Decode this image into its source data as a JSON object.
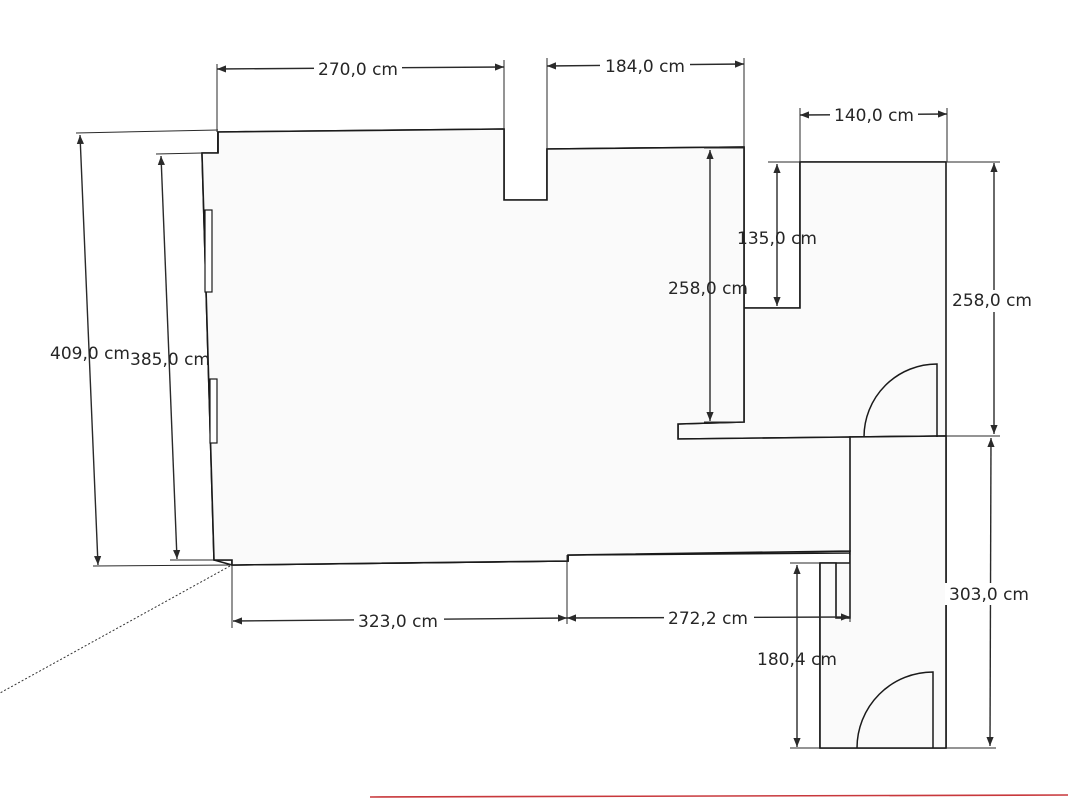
{
  "colors": {
    "wall_stroke": "#1a1a1a",
    "room_fill": "#fafafa",
    "dimension": "#2a2a2a",
    "axis_red": "#c8383c"
  },
  "dimensions": {
    "top_left_width": "270,0 cm",
    "top_right_width": "184,0 cm",
    "right_room_width": "140,0 cm",
    "notch_height": "135,0 cm",
    "inner_wall_height": "258,0 cm",
    "right_upper_height": "258,0 cm",
    "outer_left_height": "409,0 cm",
    "inner_left_height": "385,0 cm",
    "bottom_left_width": "323,0 cm",
    "bottom_right_width": "272,2 cm",
    "lower_room_height": "180,4 cm",
    "right_lower_height": "303,0 cm"
  }
}
